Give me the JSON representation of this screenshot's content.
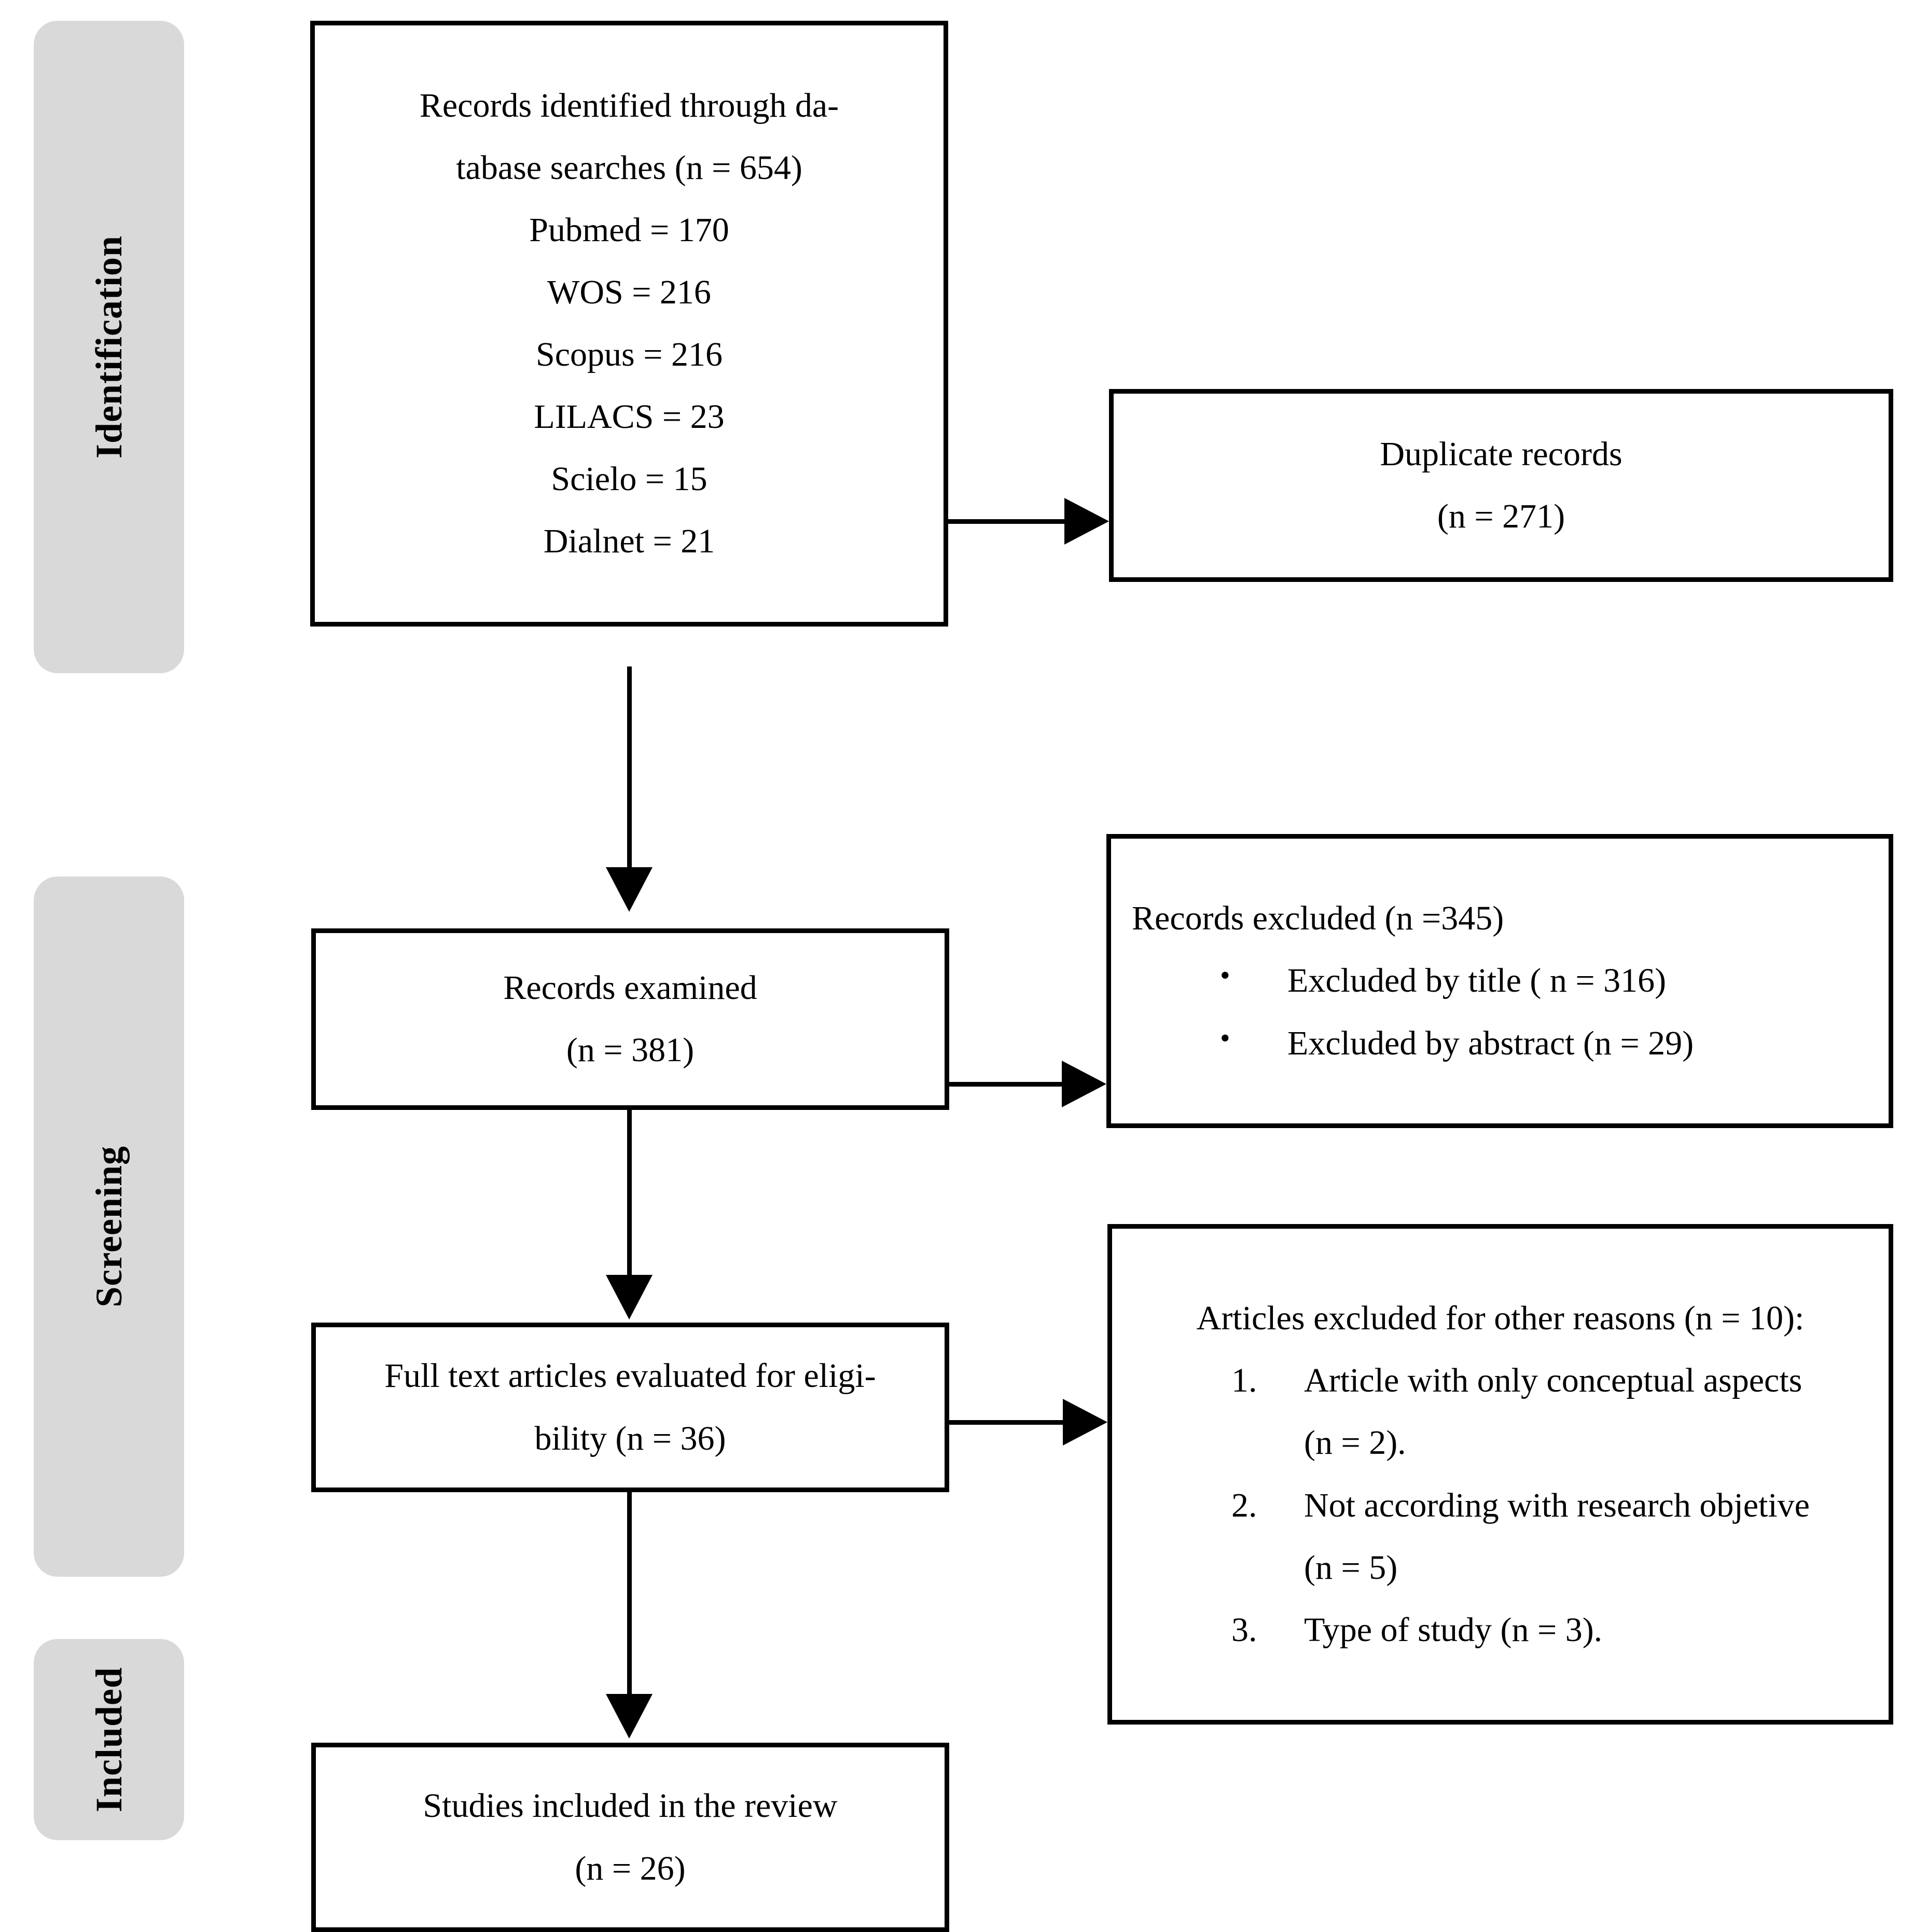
{
  "diagram": {
    "type": "prisma-flow-diagram",
    "stages": [
      {
        "id": "identification",
        "label": "Identification"
      },
      {
        "id": "screening",
        "label": "Screening"
      },
      {
        "id": "included",
        "label": "Included"
      }
    ],
    "boxes": {
      "records_identified": {
        "lines": [
          "Records identified through da-",
          "tabase searches (n = 654)",
          "Pubmed = 170",
          "WOS = 216",
          "Scopus = 216",
          "LILACS = 23",
          "Scielo = 15",
          "Dialnet = 21"
        ]
      },
      "duplicate_records": {
        "lines": [
          "Duplicate records",
          "(n = 271)"
        ]
      },
      "records_examined": {
        "lines": [
          "Records examined",
          "(n = 381)"
        ]
      },
      "records_excluded": {
        "heading": "Records excluded (n =345)",
        "items": [
          "Excluded by title ( n = 316)",
          "Excluded by abstract (n = 29)"
        ]
      },
      "full_text_articles": {
        "lines": [
          "Full text articles evaluated for eligi-",
          "bility (n = 36)"
        ]
      },
      "articles_excluded": {
        "heading": "Articles excluded for other reasons (n = 10):",
        "items": [
          {
            "number": "1.",
            "text": "Article with only conceptual aspects (n = 2)."
          },
          {
            "number": "2.",
            "text": "Not according with research objetive (n = 5)"
          },
          {
            "number": "3.",
            "text": "Type of study (n = 3)."
          }
        ]
      },
      "studies_included": {
        "lines": [
          "Studies included in the review",
          "(n = 26)"
        ]
      }
    },
    "colors": {
      "stage_band": "#d9d9d9",
      "box_border": "#000000",
      "box_fill": "#ffffff",
      "text": "#000000",
      "connector": "#000000"
    }
  }
}
